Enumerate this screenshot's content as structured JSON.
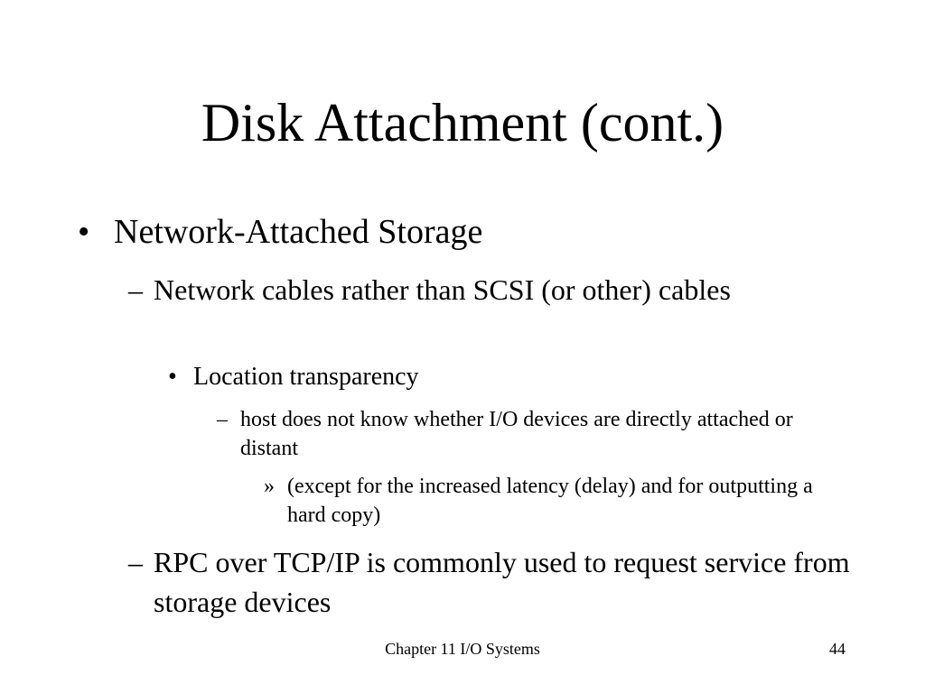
{
  "slide": {
    "title": "Disk Attachment (cont.)",
    "bullets": {
      "level1": {
        "marker": "•",
        "text": "Network-Attached Storage"
      },
      "level2a": {
        "marker": "–",
        "text": "Network cables rather than SCSI (or other) cables"
      },
      "level3": {
        "marker": "•",
        "text": "Location transparency"
      },
      "level4": {
        "marker": "–",
        "text": "host does not know whether I/O devices are directly attached or distant"
      },
      "level5": {
        "marker": "»",
        "text": "(except for the increased latency (delay) and for outputting a hard copy)"
      },
      "level2b": {
        "marker": "–",
        "text": "RPC over TCP/IP is commonly used to request service from storage devices"
      }
    },
    "footer": {
      "center_text": "Chapter 11 I/O Systems",
      "page_number": "44"
    }
  }
}
